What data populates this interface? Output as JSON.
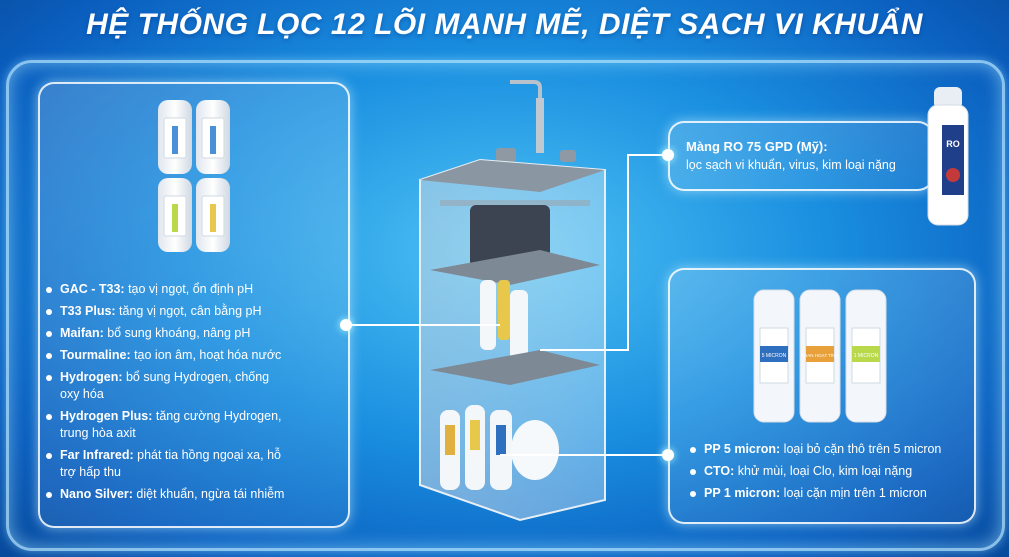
{
  "title": "HỆ THỐNG LỌC 12 LÕI MẠNH MẼ, DIỆT SẠCH VI KHUẨN",
  "left_panel": {
    "items": [
      {
        "name": "GAC - T33:",
        "desc": " tạo vị ngọt, ổn định pH"
      },
      {
        "name": "T33 Plus:",
        "desc": " tăng vị ngọt, cân bằng pH"
      },
      {
        "name": "Maifan:",
        "desc": " bổ sung khoáng, nâng pH"
      },
      {
        "name": "Tourmaline:",
        "desc": " tạo ion âm, hoạt hóa nước"
      },
      {
        "name": "Hydrogen:",
        "desc": " bổ sung Hydrogen, chống oxy hóa"
      },
      {
        "name": "Hydrogen Plus:",
        "desc": " tăng cường Hydrogen, trung hòa axit"
      },
      {
        "name": "Far Infrared:",
        "desc": " phát tia hồng ngoại xa, hỗ trợ hấp thu"
      },
      {
        "name": "Nano Silver:",
        "desc": " diệt khuẩn, ngừa tái nhiễm"
      }
    ]
  },
  "ro_panel": {
    "title": "Màng RO 75 GPD (Mỹ):",
    "desc": "lọc sạch vi khuẩn, virus, kim loại nặng",
    "label": "RO"
  },
  "right_panel": {
    "items": [
      {
        "name": "PP 5 micron:",
        "desc": " loại bỏ cặn thô trên 5 micron"
      },
      {
        "name": "CTO:",
        "desc": " khử mùi, loại Clo, kim loại nặng"
      },
      {
        "name": "PP 1 micron:",
        "desc": " loại cặn mịn trên 1 micron"
      }
    ],
    "cartridge_labels": [
      "5 MICRON",
      "THAN HOẠT TÍNH",
      "1 MICRON"
    ]
  },
  "colors": {
    "accent": "#1a8fe0",
    "panel_border": "#ffffff"
  }
}
